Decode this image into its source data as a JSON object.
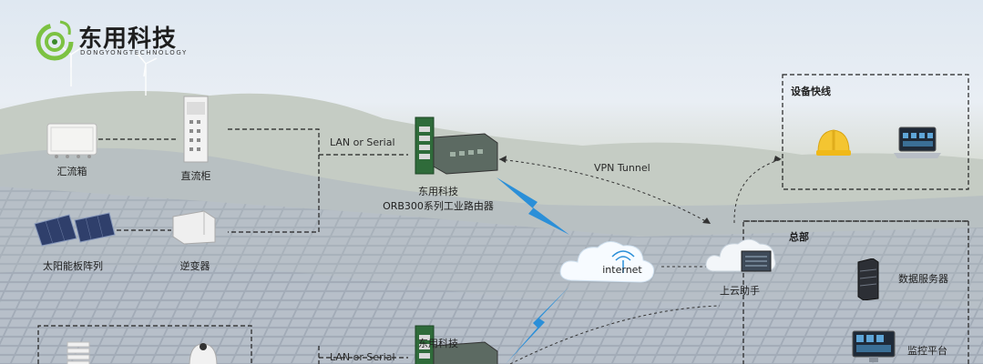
{
  "brand": {
    "name": "东用科技",
    "subtitle": "DONGYONGTECHNOLOGY",
    "accent": "#7cc242"
  },
  "nodes": {
    "combiner_box": "汇流箱",
    "dc_cabinet": "直流柜",
    "solar_array": "太阳能板阵列",
    "inverter": "逆变器",
    "router_brand": "东用科技",
    "router_model": "ORB300系列工业路由器",
    "internet": "internet",
    "cloud_assistant": "上云助手",
    "device_quickline": "设备快线",
    "headquarters": "总部",
    "data_server": "数据服务器",
    "monitor_platform": "监控平台"
  },
  "links": {
    "lan_serial_top": "LAN or Serial",
    "lan_serial_bottom": "LAN or Serial",
    "vpn_tunnel": "VPN Tunnel"
  },
  "colors": {
    "lightning": "#2b8fd8",
    "router_green": "#2f6b3a",
    "helmet": "#f4c531"
  }
}
